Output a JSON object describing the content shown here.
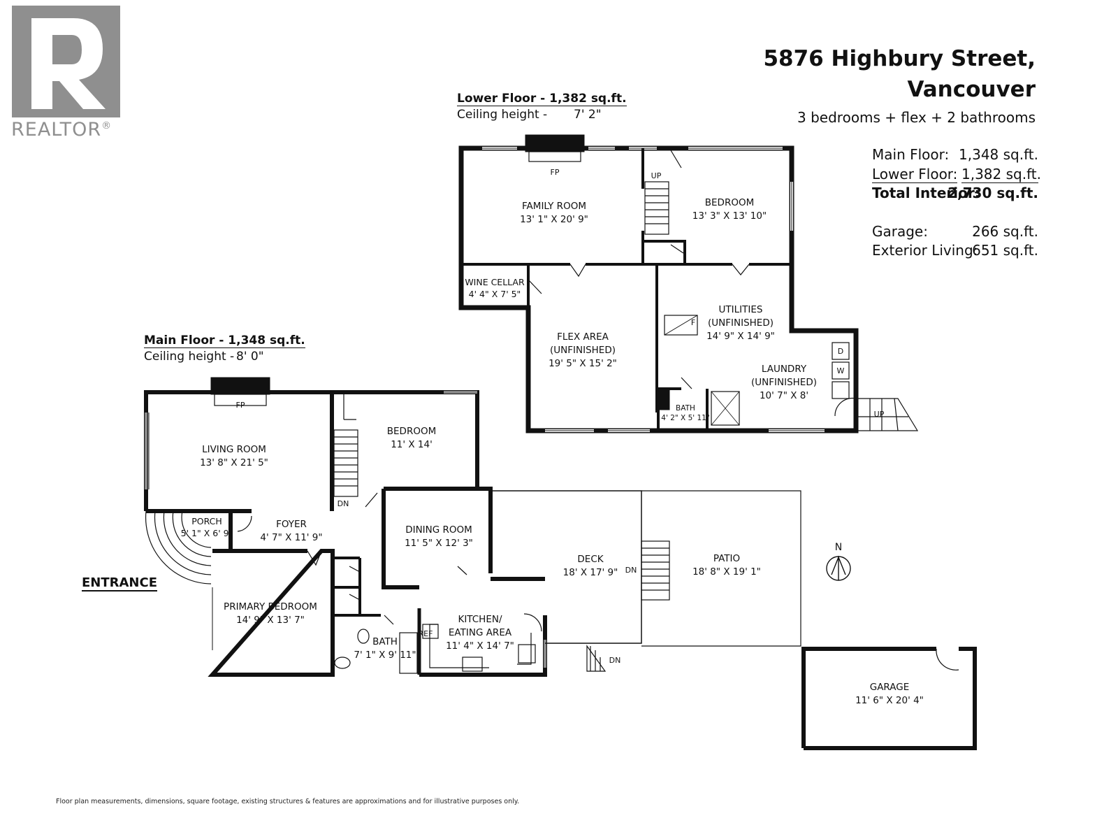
{
  "brand": {
    "name": "REALTOR",
    "mark": "®"
  },
  "header": {
    "address_line1": "5876 Highbury Street,",
    "address_line2": "Vancouver",
    "summary": "3 bedrooms + flex + 2 bathrooms"
  },
  "stats": [
    {
      "label": "Main Floor:",
      "value": "1,348 sq.ft."
    },
    {
      "label": "Lower Floor:",
      "value": "1,382 sq.ft."
    },
    {
      "label": "Total Interior:",
      "value": "2,730 sq.ft."
    },
    {
      "label": "Garage:",
      "value": "266 sq.ft."
    },
    {
      "label": "Exterior Living:",
      "value": "651 sq.ft."
    }
  ],
  "lower_floor": {
    "heading": "Lower Floor - 1,382 sq.ft.",
    "ceiling_label": "Ceiling height -",
    "ceiling_value": "7' 2\"",
    "rooms": {
      "family": {
        "name": "FAMILY ROOM",
        "dims": "13' 1\" X 20' 9\""
      },
      "bedroom": {
        "name": "BEDROOM",
        "dims": "13' 3\" X 13' 10\""
      },
      "wine": {
        "name": "WINE CELLAR",
        "dims": "4' 4\" X 7' 5\""
      },
      "flex": {
        "name": "FLEX AREA",
        "sub": "(UNFINISHED)",
        "dims": "19' 5\" X 15' 2\""
      },
      "utilities": {
        "name": "UTILITIES",
        "sub": "(UNFINISHED)",
        "dims": "14' 9\" X 14' 9\""
      },
      "laundry": {
        "name": "LAUNDRY",
        "sub": "(UNFINISHED)",
        "dims": "10' 7\" X 8'"
      },
      "bath": {
        "name": "BATH",
        "dims": "4' 2\" X 5' 11\""
      }
    },
    "marks": {
      "fp": "FP",
      "up": "UP",
      "furnace": "F",
      "dryer": "D",
      "washer": "W"
    }
  },
  "main_floor": {
    "heading": "Main Floor - 1,348 sq.ft.",
    "ceiling_label": "Ceiling height -",
    "ceiling_value": "8' 0\"",
    "rooms": {
      "living": {
        "name": "LIVING ROOM",
        "dims": "13' 8\" X 21' 5\""
      },
      "bedroom": {
        "name": "BEDROOM",
        "dims": "11' X 14'"
      },
      "porch": {
        "name": "PORCH",
        "dims": "5' 1\" X 6' 9\""
      },
      "foyer": {
        "name": "FOYER",
        "dims": "4' 7\" X 11' 9\""
      },
      "dining": {
        "name": "DINING ROOM",
        "dims": "11' 5\" X 12' 3\""
      },
      "primary": {
        "name": "PRIMARY BEDROOM",
        "dims": "14' 9\" X 13' 7\""
      },
      "bath": {
        "name": "BATH",
        "dims": "7' 1\" X 9' 11\""
      },
      "kitchen": {
        "name": "KITCHEN/",
        "name2": "EATING AREA",
        "dims": "11' 4\" X 14' 7\""
      },
      "deck": {
        "name": "DECK",
        "dims": "18' X 17' 9\""
      },
      "patio": {
        "name": "PATIO",
        "dims": "18' 8\" X 19' 1\""
      },
      "garage": {
        "name": "GARAGE",
        "dims": "11' 6\" X 20' 4\""
      }
    },
    "marks": {
      "fp": "FP",
      "dn": "DN",
      "ref": "REF"
    },
    "entrance": "ENTRANCE"
  },
  "compass": "N",
  "disclaimer": "Floor plan measurements, dimensions, square footage, existing structures & features are approximations and for illustrative purposes only.",
  "colors": {
    "wall": "#111111",
    "logo": "#8f8f8f",
    "thin": "#444444"
  }
}
